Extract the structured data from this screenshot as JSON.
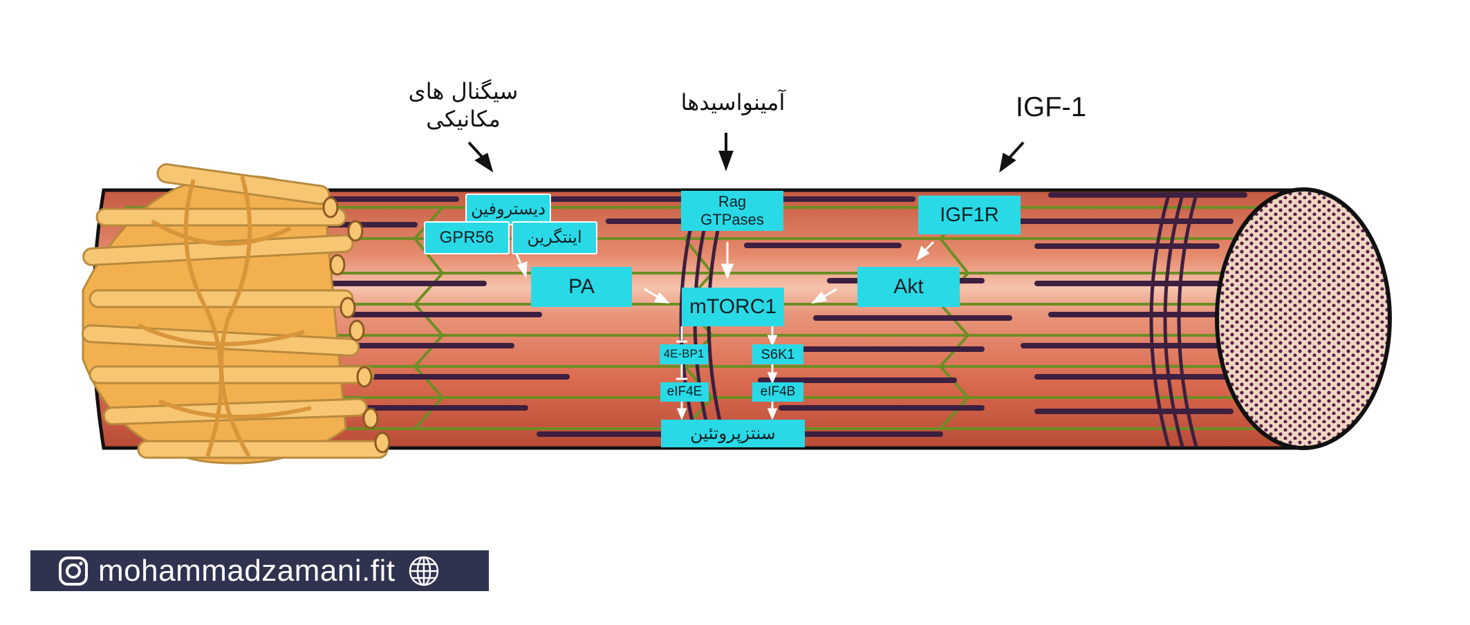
{
  "inputs": {
    "mechanical_signals": "سیگنال های\nمکانیکی",
    "amino_acids": "آمینواسیدها",
    "igf1": "IGF-1"
  },
  "boxes": {
    "dystrophin": "دیستروفین",
    "gpr56": "GPR56",
    "integrin": "اینتگرین",
    "pa": "PA",
    "rag": "Rag\nGTPases",
    "mtorc1": "mTORC1",
    "igf1r": "IGF1R",
    "akt": "Akt",
    "fourebp1": "4E-BP1",
    "s6k1": "S6K1",
    "eif4e": "eIF4E",
    "eif4b": "eIF4B",
    "protein_synthesis": "سنتزپروتئین"
  },
  "footer": {
    "handle": "mohammadzamani.fit",
    "left_icon": "instagram-icon",
    "right_icon": "globe-icon"
  },
  "colors": {
    "box_fill": "#2ad9e6",
    "muscle_body": "#e07a5f",
    "muscle_light": "#f2b8a0",
    "fibril_dark": "#3d1f3f",
    "fibril_green": "#6b8e23",
    "collagen": "#f5b95b",
    "footer_bg": "#303350"
  }
}
